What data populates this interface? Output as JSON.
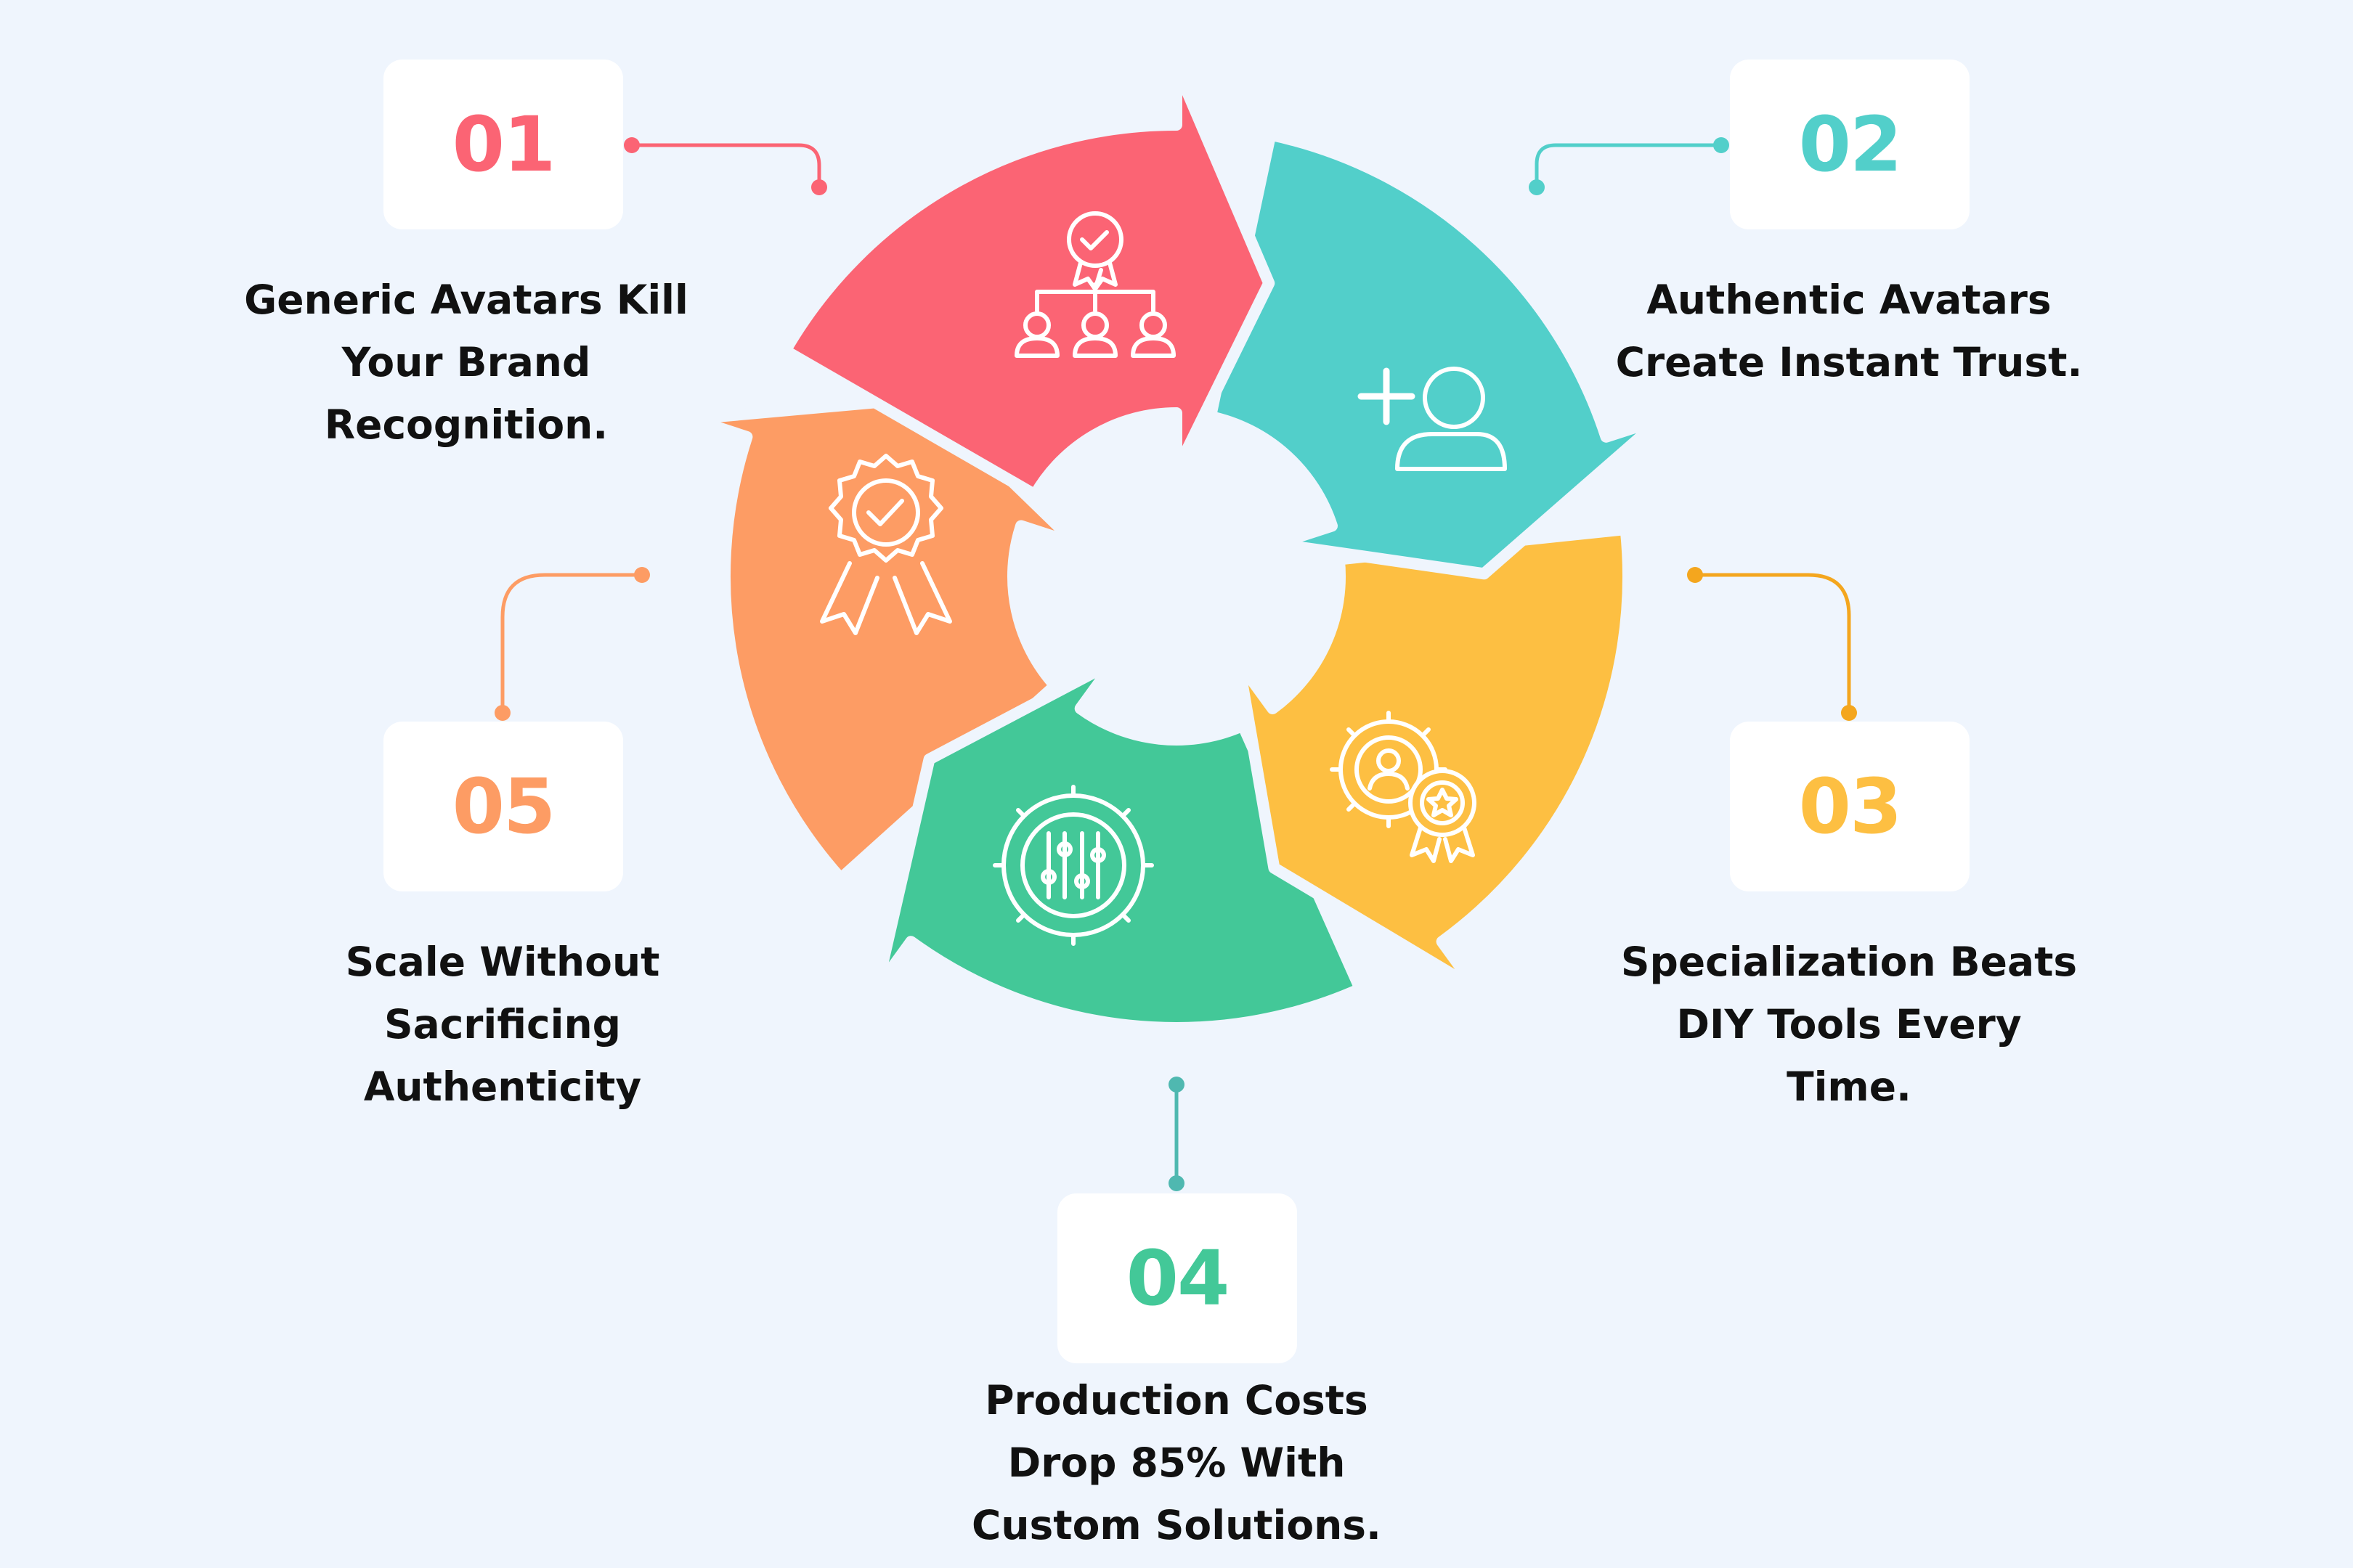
{
  "colors": {
    "background": "#eff5fd",
    "step1": "#fb6474",
    "step2": "#52cfca",
    "step3": "#fdbf42",
    "step4": "#43c898",
    "step5": "#fd9c64",
    "text": "#111111"
  },
  "steps": [
    {
      "number": "01",
      "lines": [
        "Generic Avatars Kill",
        "Your Brand",
        "Recognition."
      ],
      "icon": "org-chart-badge-icon"
    },
    {
      "number": "02",
      "lines": [
        "Authentic Avatars",
        "Create Instant Trust."
      ],
      "icon": "add-user-icon"
    },
    {
      "number": "03",
      "lines": [
        "Specialization Beats",
        "DIY Tools Every",
        "Time."
      ],
      "icon": "gear-person-star-icon"
    },
    {
      "number": "04",
      "lines": [
        "Production Costs",
        "Drop 85% With",
        "Custom Solutions."
      ],
      "icon": "gear-sliders-icon"
    },
    {
      "number": "05",
      "lines": [
        "Scale Without",
        "Sacrificing",
        "Authenticity"
      ],
      "icon": "award-ribbon-icon"
    }
  ]
}
